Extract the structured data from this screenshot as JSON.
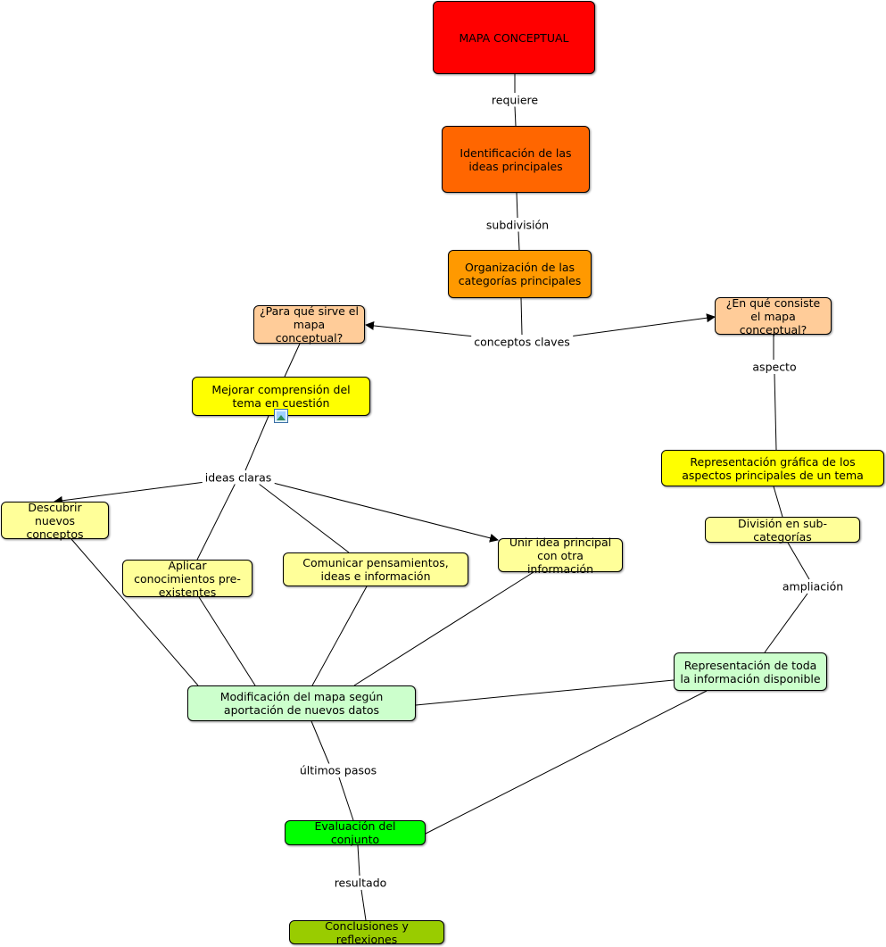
{
  "nodes": {
    "mapa": "MAPA CONCEPTUAL",
    "ident": "Identificación de las ideas principales",
    "organ": "Organización de las categorías principales",
    "para": "¿Para qué sirve el mapa conceptual?",
    "consiste": "¿En qué consiste el mapa conceptual?",
    "mejorar": "Mejorar comprensión del tema en cuestión",
    "repr": "Representación gráfica de los aspectos principales de un tema",
    "descubrir": "Descubrir nuevos conceptos",
    "division": "División en sub-categorías",
    "unir": "Unir idea principal con otra información",
    "comunicar": "Comunicar pensamientos, ideas e información",
    "aplicar": "Aplicar conocimientos pre-existentes",
    "reprtoda": "Representación de toda la información disponible",
    "modif": "Modificación del mapa según aportación de nuevos datos",
    "eval": "Evaluación del conjunto",
    "concl": "Conclusiones y reflexiones"
  },
  "links": {
    "requiere": "requiere",
    "subdivision": "subdivisión",
    "conceptos": "conceptos claves",
    "aspecto": "aspecto",
    "ideas": "ideas claras",
    "ampliacion": "ampliación",
    "ultimos": "últimos pasos",
    "resultado": "resultado"
  },
  "colors": {
    "mapa": "#ff0000",
    "ident": "#ff6600",
    "organ": "#ff9900",
    "question": "#ffcc99",
    "main_yellow": "#ffff00",
    "light_yellow": "#ffff99",
    "light_green": "#ccffcc",
    "bright_green": "#00ff00",
    "olive_green": "#99cc00"
  },
  "icons": {
    "resource": "image-resource-icon"
  }
}
